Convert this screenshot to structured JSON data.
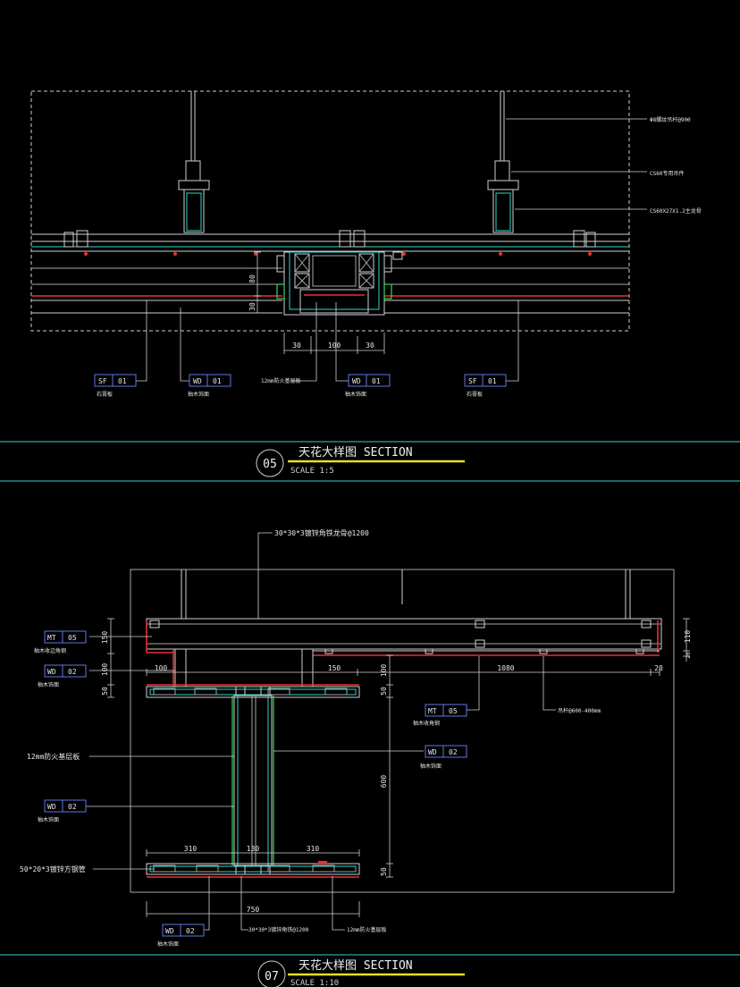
{
  "sheet": {
    "colors": {
      "background": "#000000",
      "line": "#d0d0d0",
      "red": "#e83030",
      "cyan": "#2fd6c8",
      "tag_border": "#5b78e6",
      "title_underline": "#e8e020"
    }
  },
  "section05": {
    "number": "05",
    "title": "天花大样图 SECTION",
    "scale": "SCALE 1:5",
    "callouts": {
      "rod": "Φ8螺纹吊杆@900",
      "hanger": "CS60专用吊件",
      "main_keel": "CS60X27X1.2主龙骨"
    },
    "dims_horizontal": [
      "30",
      "100",
      "30"
    ],
    "dims_vertical": [
      "80",
      "30"
    ],
    "small_note": "12mm防火基层板",
    "tags": [
      {
        "code": "SF",
        "num": "01",
        "desc": "石膏板"
      },
      {
        "code": "WD",
        "num": "01",
        "desc": "柚木饰面"
      },
      {
        "code": "WD",
        "num": "01",
        "desc": "柚木饰面"
      },
      {
        "code": "SF",
        "num": "01",
        "desc": "石膏板"
      }
    ]
  },
  "section07": {
    "number": "07",
    "title": "天花大样图 SECTION",
    "scale": "SCALE 1:10",
    "callout_top": "30*30*3镀锌角铁龙骨@1200",
    "labels": {
      "fire_board": "12mm防火基层板",
      "steel_bottom": "50*20*3镀锌方钢管",
      "note_right": "吊杆@600-400mm",
      "note_bottom_a": "30*30*3镀锌角铁@1200",
      "note_bottom_b": "12mm防火基层板"
    },
    "tags": [
      {
        "code": "MT",
        "num": "05",
        "desc": "柚木收边角钢"
      },
      {
        "code": "WD",
        "num": "02",
        "desc": "柚木饰面"
      },
      {
        "code": "MT",
        "num": "05",
        "desc": "柚木收角钢"
      },
      {
        "code": "WD",
        "num": "02",
        "desc": "柚木饰面"
      },
      {
        "code": "WD",
        "num": "02",
        "desc": "柚木饰面"
      },
      {
        "code": "WD",
        "num": "02",
        "desc": "柚木饰面"
      }
    ],
    "dims": {
      "left_150": "150",
      "left_100": "100",
      "left_50": "50",
      "top_100": "100",
      "top_150": "150",
      "top_1080": "1080",
      "top_20": "20",
      "mid_100": "100",
      "mid_50": "50",
      "mid_600": "600",
      "mid_50b": "50",
      "right_110": "110",
      "right_20": "20",
      "bot_310a": "310",
      "bot_130": "130",
      "bot_310b": "310",
      "bot_750": "750"
    }
  }
}
